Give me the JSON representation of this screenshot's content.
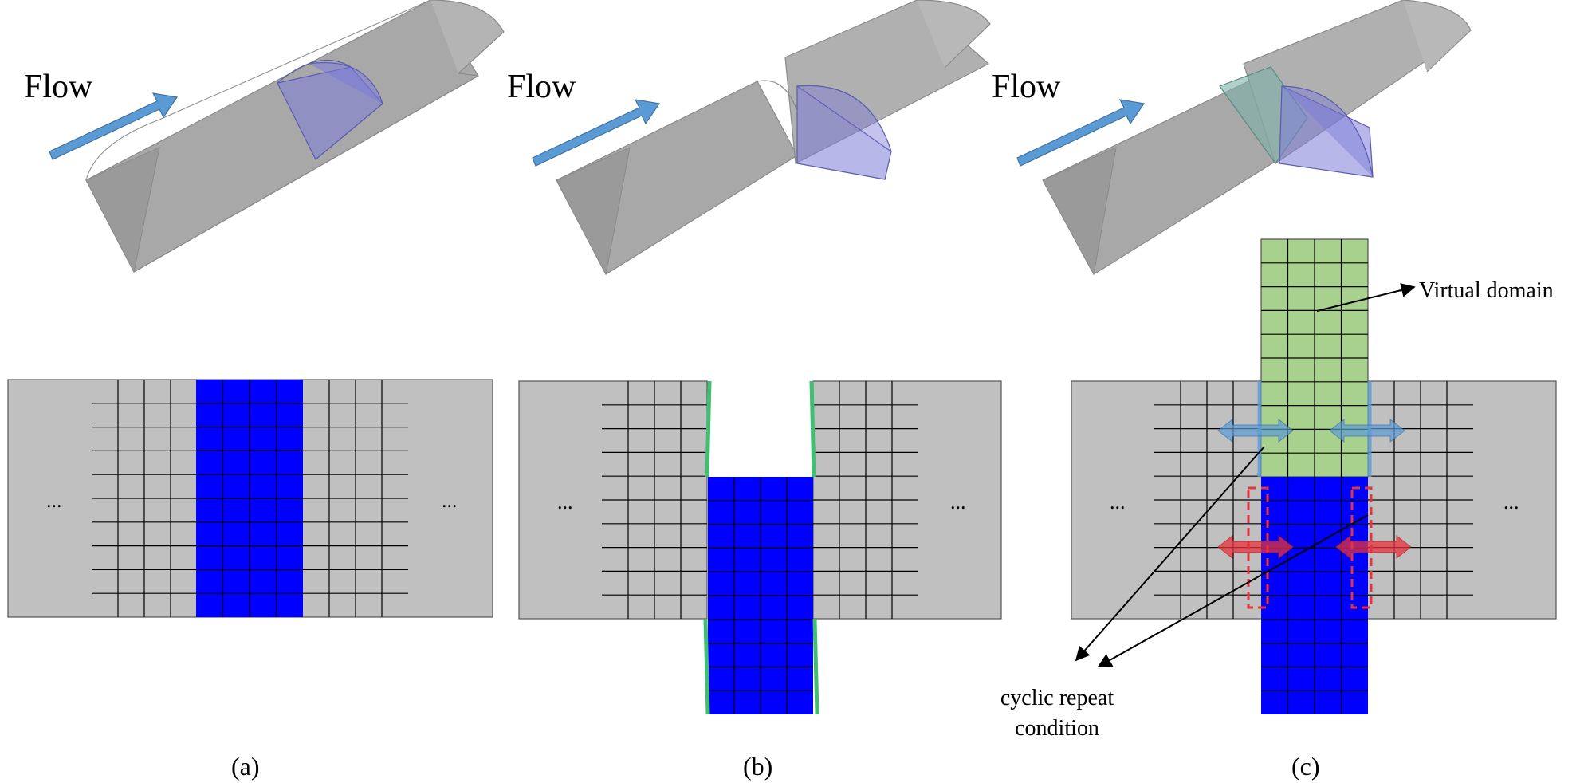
{
  "panels": [
    {
      "id": "a",
      "flow_label": "Flow",
      "caption": "(a)",
      "ellipsis_left": "...",
      "ellipsis_right": "..."
    },
    {
      "id": "b",
      "flow_label": "Flow",
      "caption": "(b)",
      "ellipsis_left": "...",
      "ellipsis_right": "..."
    },
    {
      "id": "c",
      "flow_label": "Flow",
      "caption": "(c)",
      "ellipsis_left": "...",
      "ellipsis_right": "..."
    }
  ],
  "annotations": {
    "virtual_domain": "Virtual domain",
    "cyclic_line1": "cyclic repeat",
    "cyclic_line2": "condition"
  },
  "colors": {
    "stator_gray": "#c0c0c0",
    "model_gray": "#a9a9a9",
    "rotor_blue": "#0000ff",
    "virtual_green": "#a9d18e",
    "interface_green": "#3fbf6f",
    "flow_arrow": "#5b9bd5",
    "cyclic_red": "#e8323c",
    "slice_purple": "#7b7bd9",
    "slice_teal": "#7fb0a8"
  }
}
